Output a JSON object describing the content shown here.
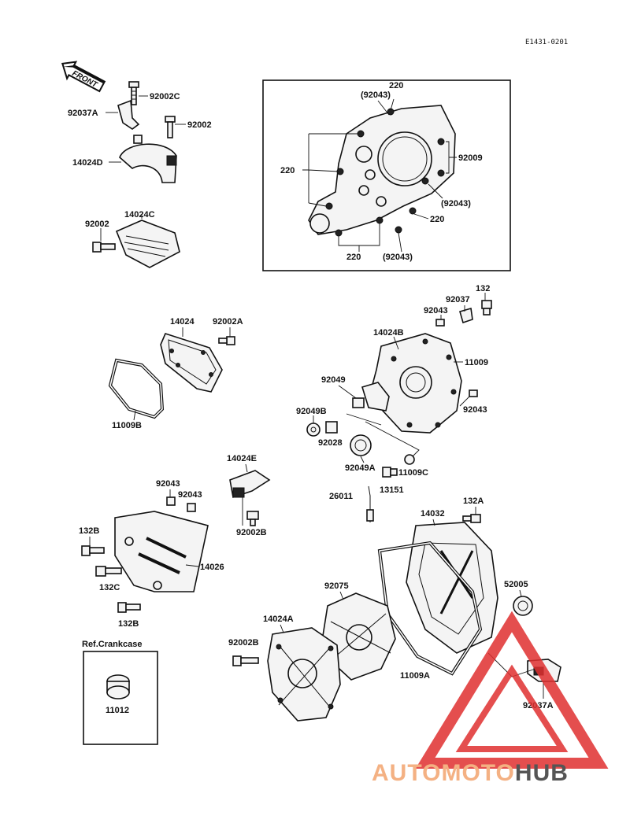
{
  "diagram_code": "E1431-0201",
  "front_arrow": "FRONT",
  "ref_label": "Ref.Crankcase",
  "watermark": {
    "part1": "AUTOMOTO",
    "part2": "HUB",
    "color_light": "#f4b183",
    "color_dark": "#555555",
    "triangle_color": "#e03030"
  },
  "labels": {
    "p92002C": "92002C",
    "p92037A_top": "92037A",
    "p92002_top": "92002",
    "p14024D": "14024D",
    "p92002_mid": "92002",
    "p14024C": "14024C",
    "box_220_top": "220",
    "box_92043_top": "(92043)",
    "box_220_left": "220",
    "box_92009": "92009",
    "box_92043_right": "(92043)",
    "box_220_right": "220",
    "box_220_bottom": "220",
    "box_92043_bottom": "(92043)",
    "p14024": "14024",
    "p92002A": "92002A",
    "p11009B": "11009B",
    "p132": "132",
    "p92037": "92037",
    "p92043_a": "92043",
    "p14024B": "14024B",
    "p11009": "11009",
    "p92049": "92049",
    "p92049B": "92049B",
    "p92043_b": "92043",
    "p92028": "92028",
    "p92049A": "92049A",
    "p11009C": "11009C",
    "p26011": "26011",
    "p13151": "13151",
    "p14024E": "14024E",
    "p92043_c": "92043",
    "p92043_d": "92043",
    "p92002B_a": "92002B",
    "p132B_a": "132B",
    "p14026": "14026",
    "p132C": "132C",
    "p132B_b": "132B",
    "p14032": "14032",
    "p132A": "132A",
    "p92075": "92075",
    "p52005": "52005",
    "p14024A": "14024A",
    "p92002B_b": "92002B",
    "p11009A": "11009A",
    "p92037A_bot": "92037A",
    "p11012": "11012"
  }
}
